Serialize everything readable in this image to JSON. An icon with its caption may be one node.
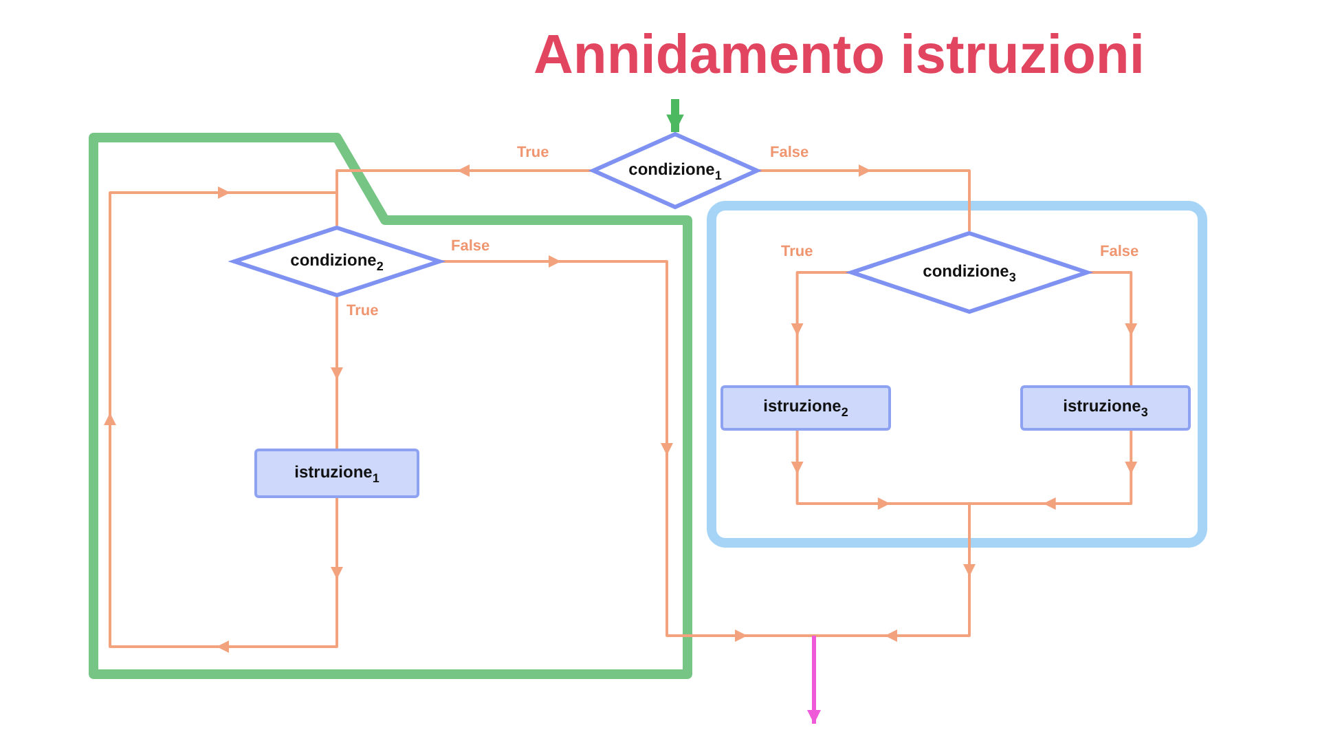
{
  "diagram": {
    "title": "Annidamento istruzioni",
    "nodes": [
      {
        "text": [
          "condizione$_{1}$"
        ]
      },
      {
        "text": [],
        "shape": "box"
      },
      {
        "text": [
          "condizione$_{2}$"
        ],
        "in": 1
      },
      {
        "text": [
          "istruzione$_{1}$"
        ],
        "in": 1
      },
      {
        "text": [],
        "shape": "box"
      },
      {
        "text": [
          "condizione$_{3}$"
        ],
        "in": 4
      },
      {
        "text": [
          "istruzione$_{2}$"
        ],
        "in": 4
      },
      {
        "text": [
          "istruzione$_{3}$"
        ],
        "in": 4
      }
    ],
    "edges": [
      {
        "from": null,
        "to": 0,
        "arrow": "to",
        "style": "thick",
        "color": "#4cb860"
      },
      {
        "from": 0,
        "to": 2,
        "arrow": "to",
        "label": "True"
      },
      {
        "from": 3,
        "to": 2,
        "arrow": "to"
      },
      {
        "from": 2,
        "to": 3,
        "arrow": "to",
        "label": "True"
      },
      {
        "from": 0,
        "to": 5,
        "arrow": "to",
        "label": "False"
      },
      {
        "from": 5,
        "to": 6,
        "arrow": "to",
        "label": "True"
      },
      {
        "from": 5,
        "to": 7,
        "arrow": "to",
        "label": "False"
      },
      {
        "from": 2,
        "to": null,
        "arrow": "to",
        "label": "False"
      },
      {
        "from": 6,
        "to": null,
        "arrow": "to"
      },
      {
        "from": 7,
        "to": null,
        "arrow": "to"
      }
    ]
  }
}
